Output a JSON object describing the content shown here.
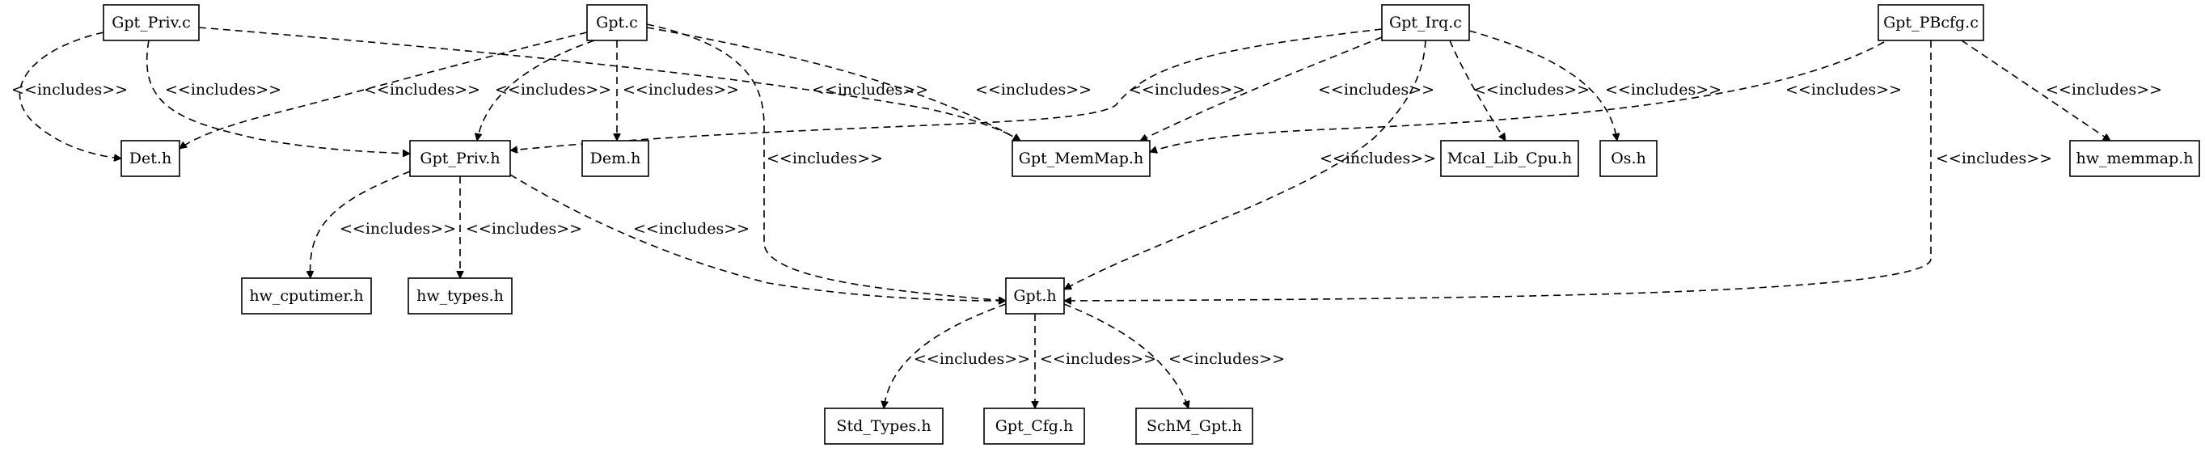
{
  "diagram": {
    "type": "include-dependency-graph",
    "edge_style": "dashed",
    "nodes": [
      {
        "id": "gpt_priv_c",
        "label": "Gpt_Priv.c"
      },
      {
        "id": "gpt_c",
        "label": "Gpt.c"
      },
      {
        "id": "gpt_irq_c",
        "label": "Gpt_Irq.c"
      },
      {
        "id": "gpt_pbcfg_c",
        "label": "Gpt_PBcfg.c"
      },
      {
        "id": "det_h",
        "label": "Det.h"
      },
      {
        "id": "gpt_priv_h",
        "label": "Gpt_Priv.h"
      },
      {
        "id": "dem_h",
        "label": "Dem.h"
      },
      {
        "id": "gpt_memmap_h",
        "label": "Gpt_MemMap.h"
      },
      {
        "id": "mcal_lib_cpu_h",
        "label": "Mcal_Lib_Cpu.h"
      },
      {
        "id": "os_h",
        "label": "Os.h"
      },
      {
        "id": "hw_memmap_h",
        "label": "hw_memmap.h"
      },
      {
        "id": "hw_cputimer_h",
        "label": "hw_cputimer.h"
      },
      {
        "id": "hw_types_h",
        "label": "hw_types.h"
      },
      {
        "id": "gpt_h",
        "label": "Gpt.h"
      },
      {
        "id": "std_types_h",
        "label": "Std_Types.h"
      },
      {
        "id": "gpt_cfg_h",
        "label": "Gpt_Cfg.h"
      },
      {
        "id": "schm_gpt_h",
        "label": "SchM_Gpt.h"
      }
    ],
    "edges": [
      {
        "from": "gpt_priv_c",
        "to": "det_h",
        "label": "<<includes>>"
      },
      {
        "from": "gpt_priv_c",
        "to": "gpt_priv_h",
        "label": "<<includes>>"
      },
      {
        "from": "gpt_priv_c",
        "to": "gpt_memmap_h",
        "label": "<<includes>>"
      },
      {
        "from": "gpt_c",
        "to": "det_h",
        "label": "<<includes>>"
      },
      {
        "from": "gpt_c",
        "to": "gpt_priv_h",
        "label": "<<includes>>"
      },
      {
        "from": "gpt_c",
        "to": "dem_h",
        "label": "<<includes>>"
      },
      {
        "from": "gpt_c",
        "to": "gpt_memmap_h",
        "label": "<<includes>>"
      },
      {
        "from": "gpt_c",
        "to": "gpt_h",
        "label": "<<includes>>"
      },
      {
        "from": "gpt_irq_c",
        "to": "gpt_priv_h",
        "label": "<<includes>>"
      },
      {
        "from": "gpt_irq_c",
        "to": "gpt_memmap_h",
        "label": "<<includes>>"
      },
      {
        "from": "gpt_irq_c",
        "to": "mcal_lib_cpu_h",
        "label": "<<includes>>"
      },
      {
        "from": "gpt_irq_c",
        "to": "os_h",
        "label": "<<includes>>"
      },
      {
        "from": "gpt_irq_c",
        "to": "gpt_h",
        "label": "<<includes>>"
      },
      {
        "from": "gpt_pbcfg_c",
        "to": "gpt_memmap_h",
        "label": "<<includes>>"
      },
      {
        "from": "gpt_pbcfg_c",
        "to": "hw_memmap_h",
        "label": "<<includes>>"
      },
      {
        "from": "gpt_pbcfg_c",
        "to": "gpt_h",
        "label": "<<includes>>"
      },
      {
        "from": "gpt_priv_h",
        "to": "hw_cputimer_h",
        "label": "<<includes>>"
      },
      {
        "from": "gpt_priv_h",
        "to": "hw_types_h",
        "label": "<<includes>>"
      },
      {
        "from": "gpt_priv_h",
        "to": "gpt_h",
        "label": "<<includes>>"
      },
      {
        "from": "gpt_h",
        "to": "std_types_h",
        "label": "<<includes>>"
      },
      {
        "from": "gpt_h",
        "to": "gpt_cfg_h",
        "label": "<<includes>>"
      },
      {
        "from": "gpt_h",
        "to": "schm_gpt_h",
        "label": "<<includes>>"
      }
    ]
  }
}
